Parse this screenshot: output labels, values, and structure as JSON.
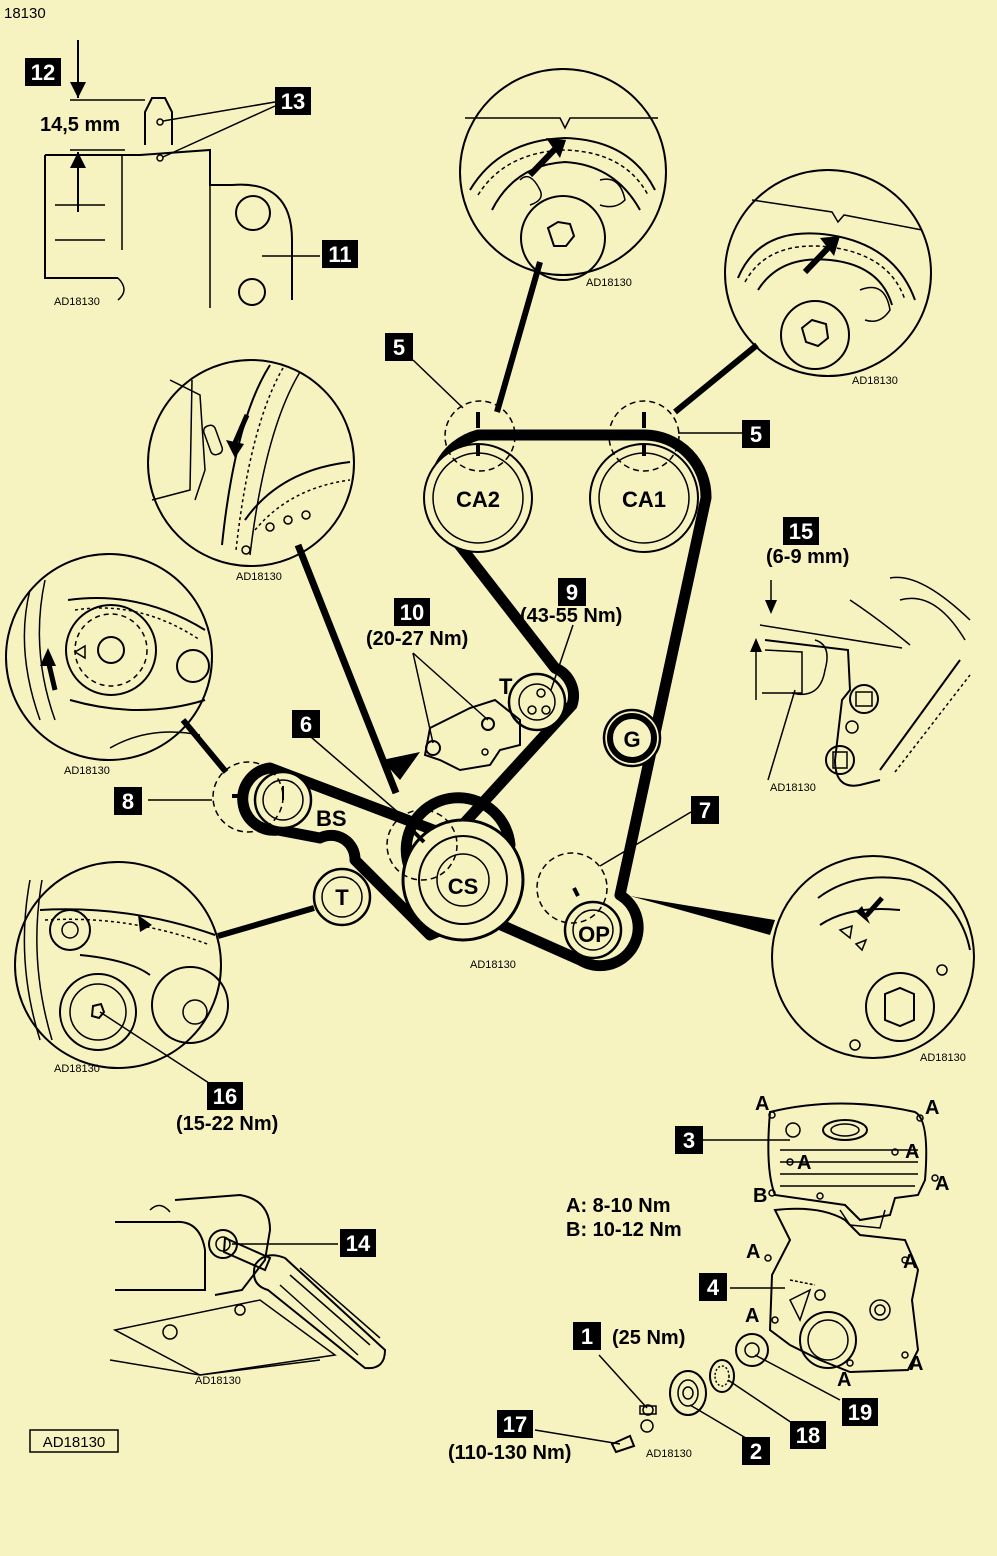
{
  "doc_id": "18130",
  "ref_code": "AD18130",
  "ref_box": "AD18130",
  "callouts": {
    "c1": "1",
    "c2": "2",
    "c3": "3",
    "c4": "4",
    "c5": "5",
    "c6": "6",
    "c7": "7",
    "c8": "8",
    "c9": "9",
    "c10": "10",
    "c11": "11",
    "c12": "12",
    "c13": "13",
    "c14": "14",
    "c15": "15",
    "c16": "16",
    "c17": "17",
    "c18": "18",
    "c19": "19"
  },
  "pulleys": {
    "ca2": "CA2",
    "ca1": "CA1",
    "bs": "BS",
    "cs": "CS",
    "op": "OP",
    "t_upper": "T",
    "t_lower": "T",
    "g": "G"
  },
  "measurements": {
    "dim_12": "14,5 mm",
    "gap_15": "(6-9 mm)"
  },
  "torques": {
    "t1": "(25  Nm)",
    "t9": "(43-55 Nm)",
    "t10": "(20-27 Nm)",
    "t16": "(15-22 Nm)",
    "t17": "(110-130 Nm)"
  },
  "legend": {
    "a": "A: 8-10 Nm",
    "b": "B: 10-12 Nm"
  },
  "cover_letters": {
    "a": "A",
    "b": "B"
  },
  "colors": {
    "background": "#f7f3c0",
    "ink": "#000000",
    "callout_fill": "#000000",
    "callout_text": "#ffffff"
  }
}
